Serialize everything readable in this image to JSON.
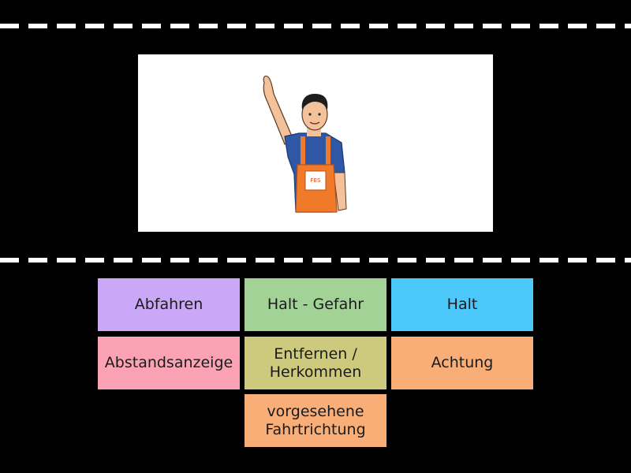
{
  "image": {
    "badge_text": "FES"
  },
  "tiles": [
    {
      "label": "Abfahren",
      "color": "#cba7f7"
    },
    {
      "label": "Halt - Gefahr",
      "color": "#a3d296"
    },
    {
      "label": "Halt",
      "color": "#4cc8fb"
    },
    {
      "label": "Abstandsanzeige",
      "color": "#fba3b4"
    },
    {
      "label": "Entfernen / Herkommen",
      "color": "#cdca7e"
    },
    {
      "label": "Achtung",
      "color": "#f9ad77"
    },
    {
      "label": "vorgesehene Fahrtrichtung",
      "color": "#f9ad77"
    }
  ],
  "colors": {
    "background": "#000000",
    "dash": "#ffffff",
    "apron": "#f07a2a",
    "shirt": "#2e57a6",
    "skin": "#f3c29a"
  }
}
